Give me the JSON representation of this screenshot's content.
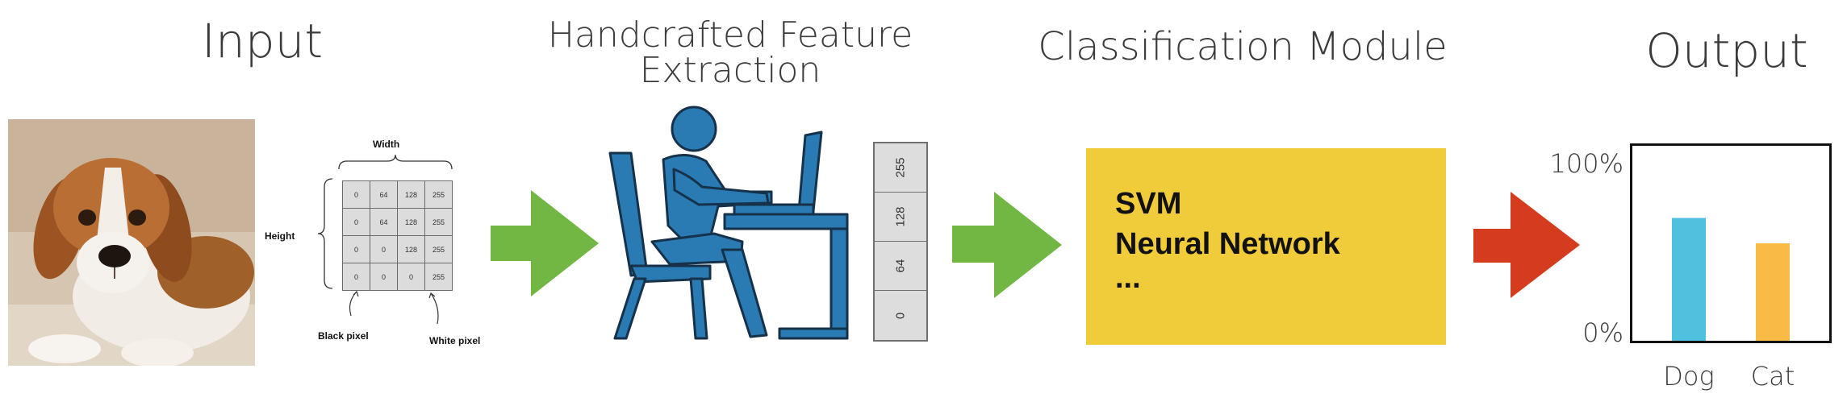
{
  "titles": {
    "input": "Input",
    "feature_line1": "Handcrafted Feature",
    "feature_line2": "Extraction",
    "classification": "Classification Module",
    "output": "Output"
  },
  "pixel_grid": {
    "width_label": "Width",
    "height_label": "Height",
    "black_pixel_label": "Black pixel",
    "white_pixel_label": "White pixel",
    "rows": [
      [
        "0",
        "64",
        "128",
        "255"
      ],
      [
        "0",
        "64",
        "128",
        "255"
      ],
      [
        "0",
        "0",
        "128",
        "255"
      ],
      [
        "0",
        "0",
        "0",
        "255"
      ]
    ]
  },
  "feature_vector": [
    "255",
    "128",
    "64",
    "0"
  ],
  "classifier": {
    "line1": "SVM",
    "line2": "Neural Network",
    "line3": "..."
  },
  "colors": {
    "arrow_green": "#72b644",
    "arrow_red": "#d53b1e",
    "person_blue": "#2a7bb3",
    "class_box": "#f1cc3a",
    "bar_dog": "#4fc0de",
    "bar_cat": "#f8bb46"
  },
  "chart_data": {
    "type": "bar",
    "categories": [
      "Dog",
      "Cat"
    ],
    "values": [
      0.63,
      0.5
    ],
    "tick_labels": [
      "100%",
      "0%"
    ],
    "ylim": [
      0,
      1
    ]
  }
}
